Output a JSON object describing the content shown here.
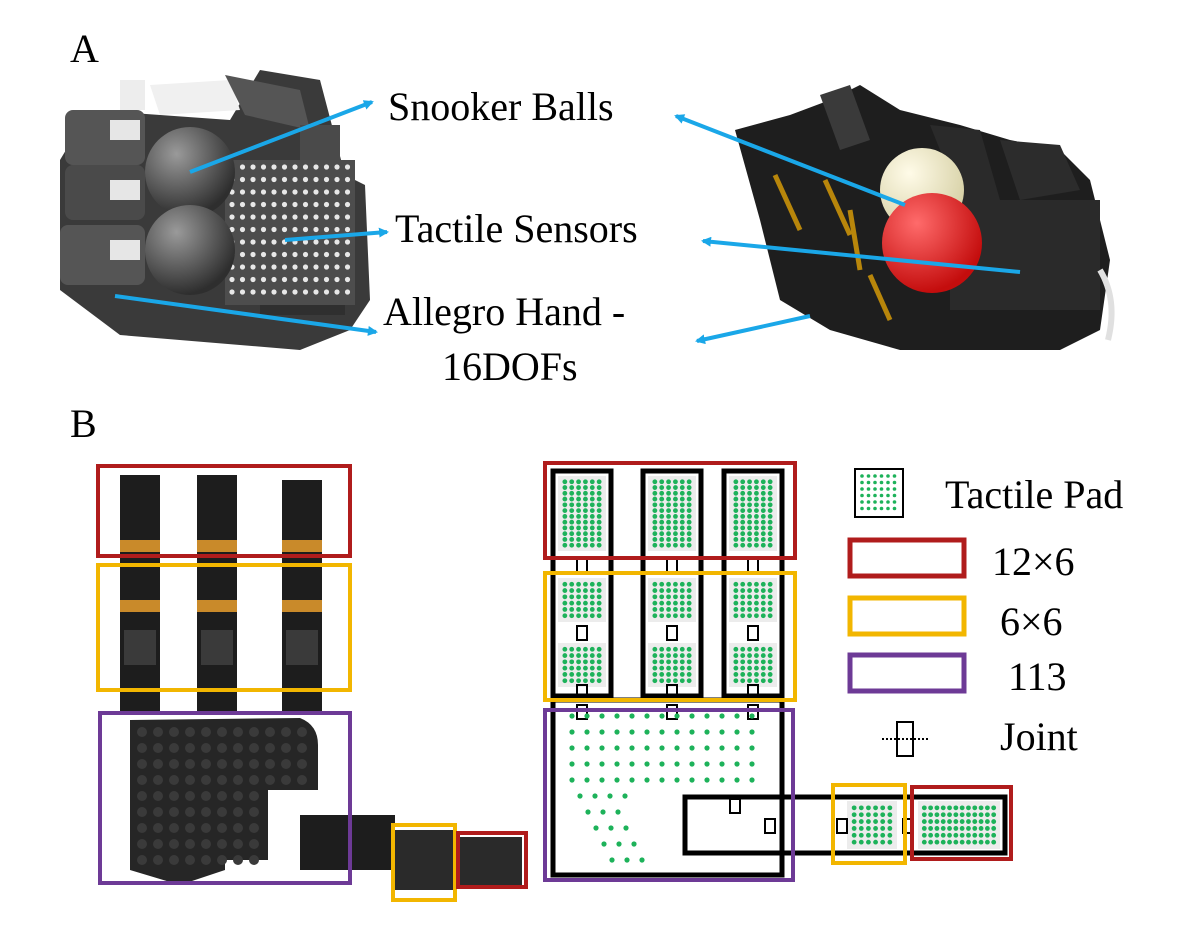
{
  "panel_a": {
    "label": "A",
    "callouts": {
      "balls": "Snooker Balls",
      "sensors": "Tactile Sensors",
      "hand_line1": "Allegro Hand -",
      "hand_line2": "16DOFs"
    }
  },
  "panel_b": {
    "label": "B"
  },
  "legend": {
    "tactile_pad": "Tactile Pad",
    "red": "12×6",
    "yellow": "6×6",
    "purple": "113",
    "joint": "Joint"
  },
  "colors": {
    "red": "#b01c1c",
    "yellow": "#f2b600",
    "purple": "#6d3a96",
    "arrow": "#1aa7e8",
    "dot": "#1db25a",
    "ball_white": "#ece7c8",
    "ball_red": "#e01a1a"
  }
}
